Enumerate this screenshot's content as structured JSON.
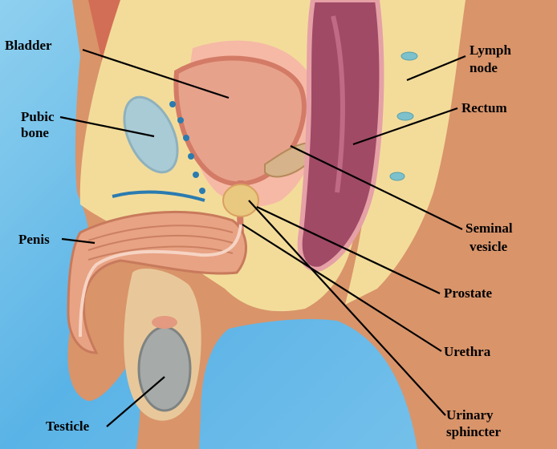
{
  "labels": {
    "bladder": "Bladder",
    "pubic_bone_1": "Pubic",
    "pubic_bone_2": "bone",
    "penis": "Penis",
    "testicle": "Testicle",
    "lymph_node_1": "Lymph",
    "lymph_node_2": "node",
    "rectum": "Rectum",
    "seminal_vesicle_1": "Seminal",
    "seminal_vesicle_2": "vesicle",
    "prostate": "Prostate",
    "urethra": "Urethra",
    "urinary_sphincter_1": "Urinary",
    "urinary_sphincter_2": "sphincter"
  },
  "colors": {
    "background": "#6dbde9",
    "skin": "#d9946a",
    "tissue": "#f3dc9a",
    "bladder": "#e7a28c",
    "rectum": "#a04a66",
    "bone": "#a9cbd6",
    "testicle": "#a6aaa9",
    "leader_line": "#000000"
  }
}
